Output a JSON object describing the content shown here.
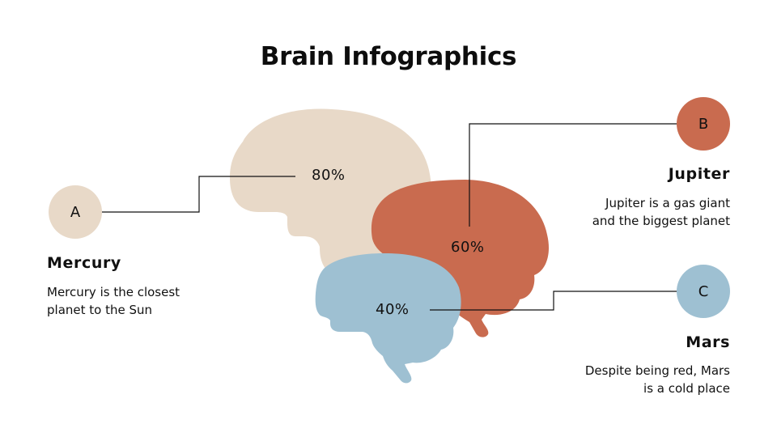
{
  "title": "Brain Infographics",
  "colors": {
    "beige": "#E8D9C8",
    "terracotta": "#C96B4F",
    "blue": "#9EC0D2",
    "line": "#111111",
    "text": "#111111"
  },
  "brains": [
    {
      "id": "beige-brain",
      "percent": "80%",
      "color": "#E8D9C8"
    },
    {
      "id": "terracotta-brain",
      "percent": "60%",
      "color": "#C96B4F"
    },
    {
      "id": "blue-brain",
      "percent": "40%",
      "color": "#9EC0D2"
    }
  ],
  "items": [
    {
      "badge": "A",
      "name": "Mercury",
      "description": [
        "Mercury is the closest",
        "planet to the Sun"
      ],
      "color": "#E8D9C8",
      "percent": "80%"
    },
    {
      "badge": "B",
      "name": "Jupiter",
      "description": [
        "Jupiter is a gas giant",
        "and the biggest planet"
      ],
      "color": "#C96B4F",
      "percent": "60%"
    },
    {
      "badge": "C",
      "name": "Mars",
      "description": [
        "Despite being red, Mars",
        "is a cold place"
      ],
      "color": "#9EC0D2",
      "percent": "40%"
    }
  ]
}
